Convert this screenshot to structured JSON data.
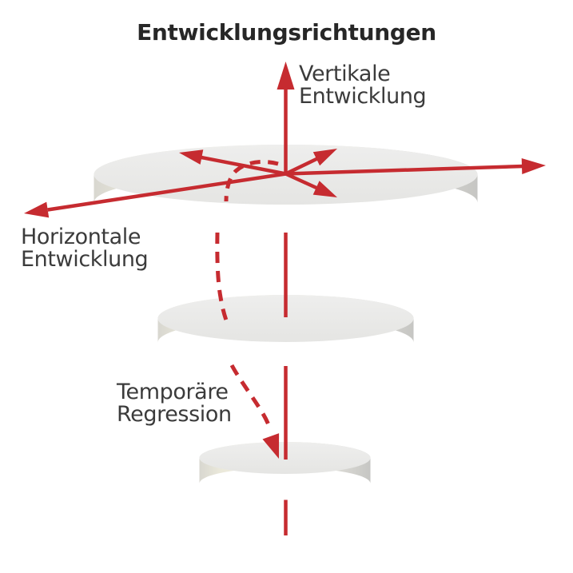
{
  "title": "Entwicklungsrichtungen",
  "labels": {
    "vertical_development": {
      "line1": "Vertikale",
      "line2": "Entwicklung"
    },
    "horizontal_development": {
      "line1": "Horizontale",
      "line2": "Entwicklung"
    },
    "temporary_regression": {
      "line1": "Temporäre",
      "line2": "Regression"
    }
  },
  "diagram": {
    "discs_count": 3,
    "colors": {
      "arrow_red": "#c62b30",
      "disc_top_face": "#e9e9e8",
      "disc_side_cream": "#f2f0e0",
      "disc_side_gray": "#c6c6c3",
      "label_text": "#3b3b3b",
      "title_text": "#272727",
      "background": "#ffffff"
    }
  }
}
